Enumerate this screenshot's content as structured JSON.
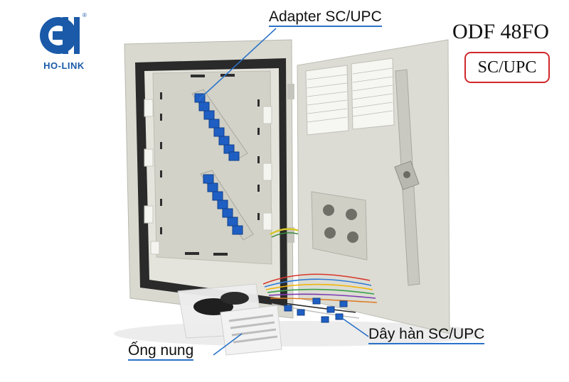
{
  "brand": {
    "name": "HO-LINK",
    "color": "#1a5aa8"
  },
  "product": {
    "title": "ODF 48FO",
    "connector_badge": "SC/UPC",
    "badge_border_color": "#d0282b"
  },
  "callouts": [
    {
      "label": "Adapter SC/UPC"
    },
    {
      "label": "Ống nung"
    },
    {
      "label": "Dây hàn SC/UPC"
    }
  ],
  "colors": {
    "callout_line": "#2a72c8",
    "cabinet": "#dcdcd4",
    "adapter_blue": "#1f5fc4"
  }
}
